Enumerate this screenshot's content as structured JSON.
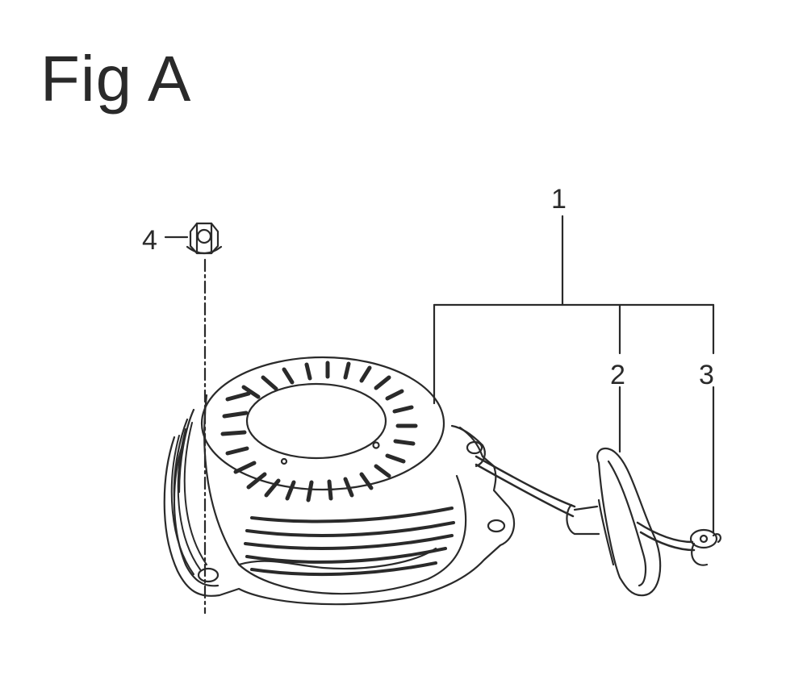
{
  "figure": {
    "title": "Fig A"
  },
  "callouts": {
    "c1": "1",
    "c2": "2",
    "c3": "3",
    "c4": "4"
  },
  "colors": {
    "ink": "#2a2a2a",
    "background": "#ffffff"
  }
}
